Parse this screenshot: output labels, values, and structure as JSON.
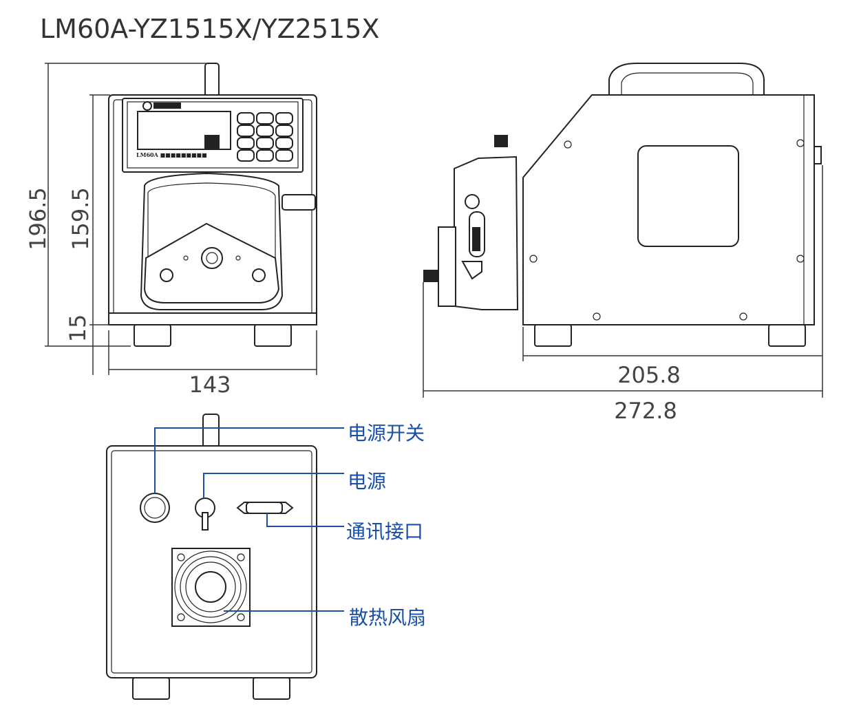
{
  "title": "LM60A-YZ1515X/YZ2515X",
  "dimensions": {
    "total_height": "196.5",
    "body_height": "159.5",
    "foot_height": "15",
    "width": "143",
    "body_depth": "205.8",
    "total_depth": "272.8"
  },
  "callouts": {
    "power_switch": "电源开关",
    "power": "电源",
    "comm_port": "通讯接口",
    "cooling_fan": "散热风扇"
  },
  "colors": {
    "callout": "#1a4fa8",
    "line": "#222222"
  }
}
